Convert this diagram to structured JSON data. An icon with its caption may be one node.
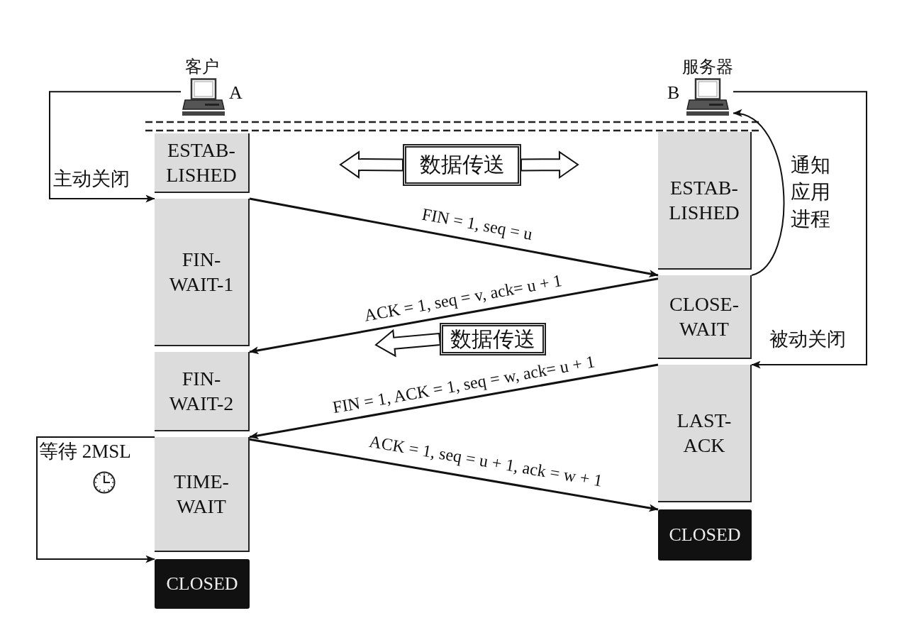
{
  "diagram": {
    "nodes": [
      {
        "text": [
          "客户"
        ],
        "beside": [
          "A"
        ]
      },
      {
        "text": [
          "服务器"
        ],
        "beside": [
          "B"
        ]
      },
      {
        "text": [
          "ESTAB- LISHED"
        ]
      },
      {
        "text": [
          "数据传送"
        ]
      },
      {
        "text": [
          "ESTAB- LISHED"
        ]
      },
      {
        "text": [
          "FIN- WAIT-1"
        ]
      },
      {
        "text": [
          "CLOSE- WAIT"
        ]
      },
      {
        "text": [
          "数据传送"
        ]
      },
      {
        "text": [
          "FIN- WAIT-2"
        ]
      },
      {
        "text": [
          "LAST- ACK"
        ]
      },
      {
        "text": [
          "TIME- WAIT"
        ]
      },
      {
        "text": [
          "CLOSED"
        ]
      },
      {
        "text": [
          "CLOSED"
        ]
      }
    ],
    "edges": [
      {
        "from": 0,
        "to": 5,
        "arrow": "to",
        "label": "主动关闭"
      },
      {
        "from": 1,
        "to": 9,
        "arrow": "to",
        "label": "被动关闭"
      },
      {
        "from": 3,
        "to": null,
        "arrow": "to",
        "style": "thick"
      },
      {
        "from": 3,
        "to": null,
        "arrow": "to",
        "style": "thick"
      },
      {
        "from": 6,
        "to": 1,
        "arrow": "to",
        "label": "通知应用进程"
      },
      {
        "from": 5,
        "to": 6,
        "arrow": "to",
        "label": "FIN = 1, seq = u"
      },
      {
        "from": 6,
        "to": 8,
        "arrow": "to",
        "label": "ACK = 1, seq = v, ack= u + 1"
      },
      {
        "from": 7,
        "to": null,
        "arrow": "to",
        "style": "thick"
      },
      {
        "from": 9,
        "to": 10,
        "arrow": "to",
        "label": "FIN = 1, ACK = 1, seq = w, ack= u + 1"
      },
      {
        "from": 10,
        "to": 11,
        "arrow": "to",
        "label": "ACK = 1, seq = u + 1, ack = w + 1"
      },
      {
        "from": 10,
        "to": 12,
        "arrow": "to",
        "label": "等待 2MSL"
      }
    ]
  }
}
